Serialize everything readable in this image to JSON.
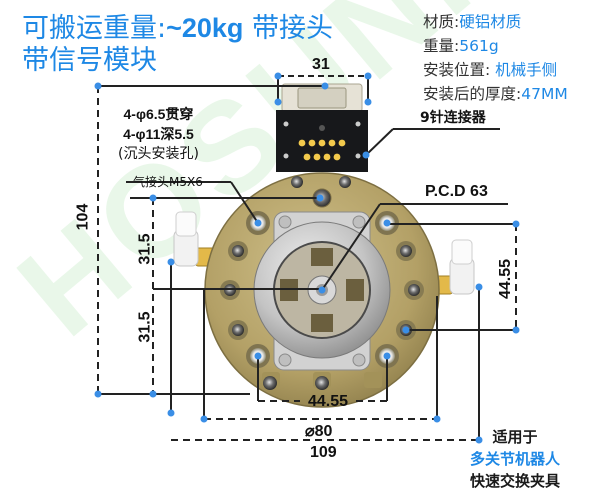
{
  "title": {
    "line1_prefix": "可搬运重量:",
    "line1_value": "~20kg",
    "line1_suffix": " 带接头",
    "line2": "带信号模块"
  },
  "specs": [
    {
      "label": "材质:",
      "value": "硬铝材质"
    },
    {
      "label": "重量:",
      "value": "561g"
    },
    {
      "label": "安装位置: ",
      "value": "机械手侧"
    },
    {
      "label": "安装后的厚度:",
      "value": "47MM"
    }
  ],
  "dimensions": {
    "connector_width": "31",
    "total_height": "104",
    "half_height_upper": "31.5",
    "half_height_lower": "31.5",
    "hole_spacing_vertical": "44.55",
    "hole_spacing_horizontal": "44.55",
    "diameter": "⌀80",
    "total_width": "109",
    "pcd": "P.C.D 63"
  },
  "callouts": {
    "through_holes": "4-φ6.5贯穿",
    "counterbore": "4-φ11深5.5",
    "countersunk_note": "(沉头安装孔)",
    "air_fitting": "气接头M5X6",
    "connector": "9针连接器"
  },
  "footer": {
    "line1": "适用于",
    "line2": "多关节机器人",
    "line3": "快速交换夹具"
  },
  "watermark": "HOSUNING",
  "colors": {
    "accent_blue": "#1e88e5",
    "body_gold": "#b5a36a",
    "steel": "#c9c9c9",
    "dim_line": "#222222",
    "dot": "#3a8ee6",
    "watermark_green": "#d8f2d8"
  }
}
